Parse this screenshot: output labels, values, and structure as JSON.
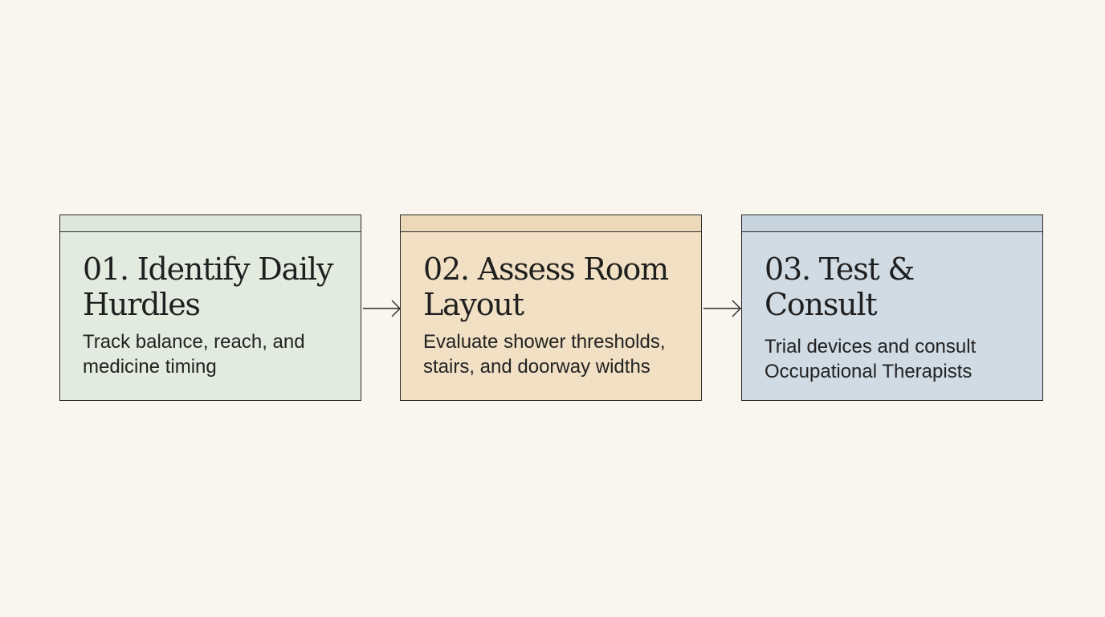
{
  "steps": [
    {
      "title": "01. Identify Daily Hurdles",
      "description": "Track balance, reach, and medicine timing",
      "color": "#e3ebe1"
    },
    {
      "title": "02. Assess Room Layout",
      "description": "Evaluate shower thresholds, stairs, and doorway widths",
      "color": "#f1e0c4"
    },
    {
      "title": "03. Test & Consult",
      "description": "Trial devices and consult Occupational Therapists",
      "color": "#d0dbe3"
    }
  ],
  "connectors": [
    {
      "from": "01",
      "to": "02",
      "icon": "arrow-right-icon"
    },
    {
      "from": "02",
      "to": "03",
      "icon": "arrow-right-icon"
    }
  ]
}
